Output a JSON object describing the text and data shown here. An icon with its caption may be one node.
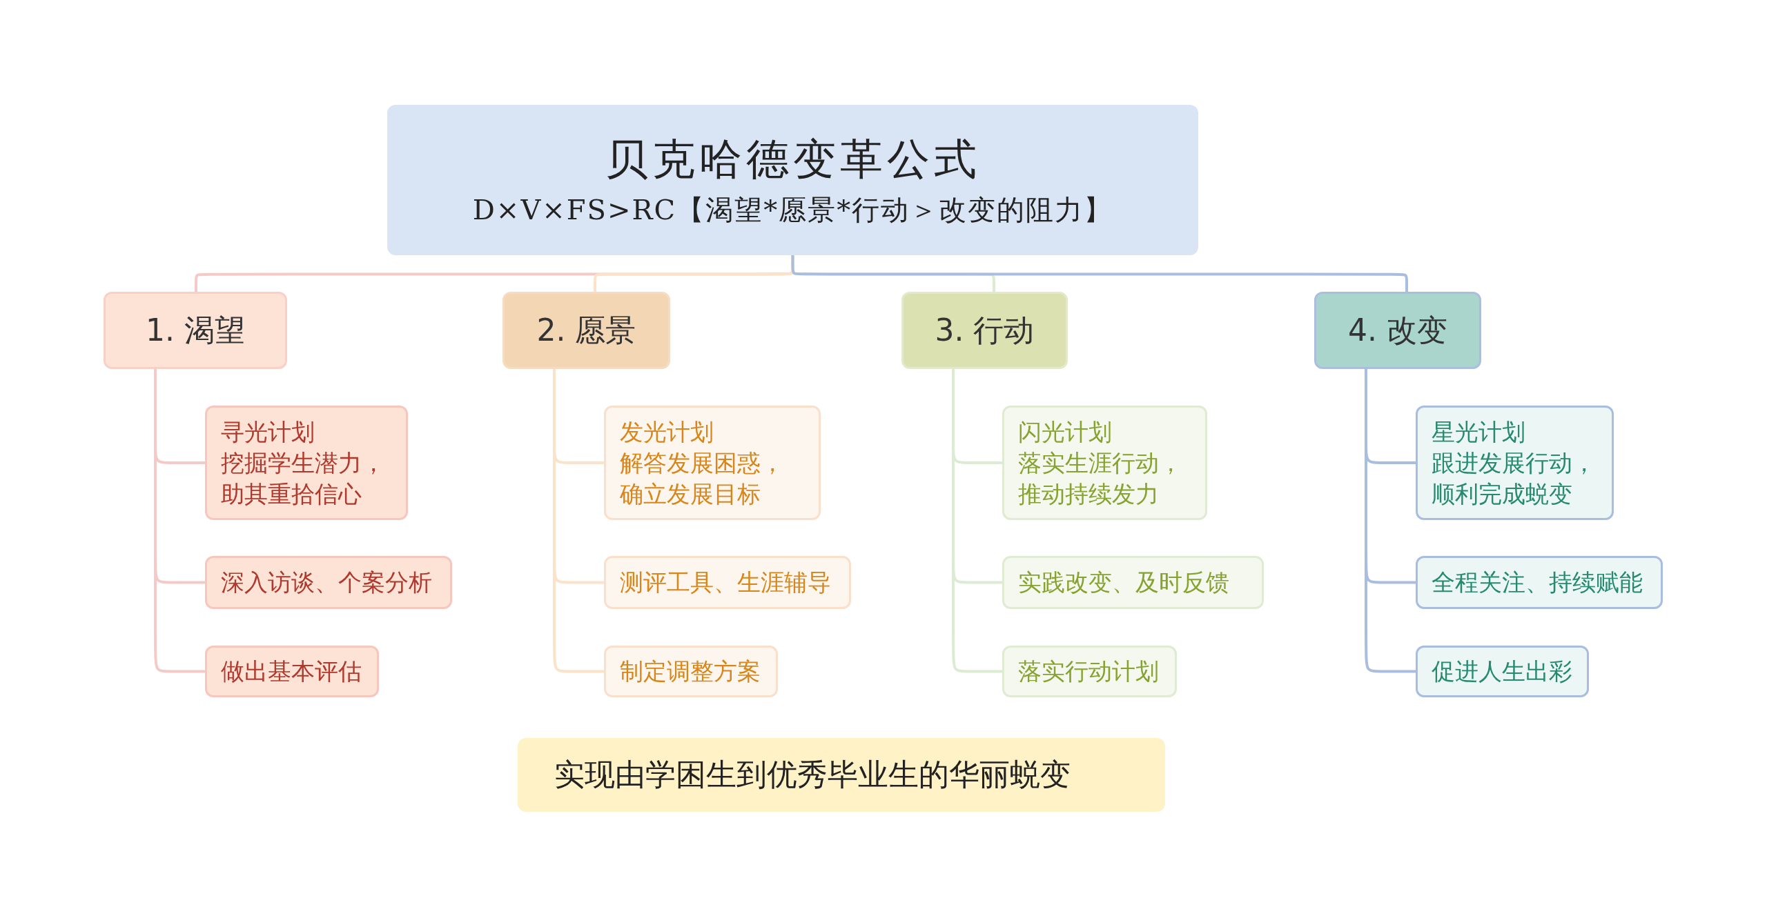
{
  "diagram": {
    "nodes": [
      {
        "text": [
          "贝克哈德变革公式",
          "D×V×FS>RC【渴望*愿景*行动＞改变的阻力】"
        ]
      },
      {
        "text": [
          "1. 渴望"
        ]
      },
      {
        "text": [
          "寻光计划",
          "挖掘学生潜力，助其重拾信心"
        ]
      },
      {
        "text": [
          "深入访谈、个案分析"
        ]
      },
      {
        "text": [
          "做出基本评估"
        ]
      },
      {
        "text": [
          "2. 愿景"
        ]
      },
      {
        "text": [
          "发光计划",
          "解答发展困惑，确立发展目标"
        ]
      },
      {
        "text": [
          "测评工具、生涯辅导"
        ]
      },
      {
        "text": [
          "制定调整方案"
        ]
      },
      {
        "text": [
          "3. 行动"
        ]
      },
      {
        "text": [
          "闪光计划",
          "落实生涯行动，推动持续发力"
        ]
      },
      {
        "text": [
          "实践改变、及时反馈"
        ]
      },
      {
        "text": [
          "落实行动计划"
        ]
      },
      {
        "text": [
          "4. 改变"
        ]
      },
      {
        "text": [
          "星光计划",
          "跟进发展行动，顺利完成蜕变"
        ]
      },
      {
        "text": [
          "全程关注、持续赋能"
        ]
      },
      {
        "text": [
          "促进人生出彩"
        ]
      },
      {
        "text": [
          "实现由学困生到优秀毕业生的华丽蜕变"
        ]
      }
    ],
    "edges": [
      {
        "from": 0,
        "to": 1,
        "arrow": "none",
        "color": "#f6c9c9"
      },
      {
        "from": 0,
        "to": 5,
        "arrow": "none",
        "color": "#fbe2c9"
      },
      {
        "from": 0,
        "to": 9,
        "arrow": "none",
        "color": "#dcecd2"
      },
      {
        "from": 0,
        "to": 13,
        "arrow": "none",
        "color": "#a9bde0"
      },
      {
        "from": 1,
        "to": 2,
        "arrow": "none",
        "color": "#f6c9c9"
      },
      {
        "from": 1,
        "to": 3,
        "arrow": "none",
        "color": "#f6c9c9"
      },
      {
        "from": 1,
        "to": 4,
        "arrow": "none",
        "color": "#f6c9c9"
      },
      {
        "from": 5,
        "to": 6,
        "arrow": "none",
        "color": "#fbe2c9"
      },
      {
        "from": 5,
        "to": 7,
        "arrow": "none",
        "color": "#fbe2c9"
      },
      {
        "from": 5,
        "to": 8,
        "arrow": "none",
        "color": "#fbe2c9"
      },
      {
        "from": 9,
        "to": 10,
        "arrow": "none",
        "color": "#dcecd2"
      },
      {
        "from": 9,
        "to": 11,
        "arrow": "none",
        "color": "#dcecd2"
      },
      {
        "from": 9,
        "to": 12,
        "arrow": "none",
        "color": "#dcecd2"
      },
      {
        "from": 13,
        "to": 14,
        "arrow": "none",
        "color": "#a9bde0"
      },
      {
        "from": 13,
        "to": 15,
        "arrow": "none",
        "color": "#a9bde0"
      },
      {
        "from": 13,
        "to": 16,
        "arrow": "none",
        "color": "#a9bde0"
      }
    ]
  }
}
